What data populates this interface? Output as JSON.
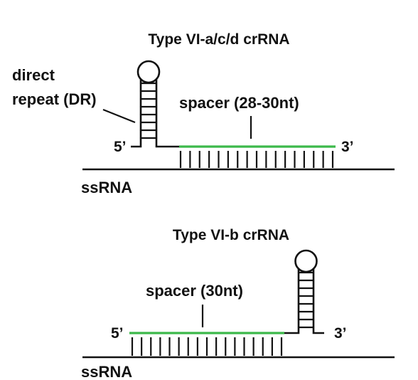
{
  "colors": {
    "spacer": "#3cb94a",
    "strand": "#111111",
    "background": "#ffffff"
  },
  "panel_a": {
    "title": "Type VI-a/c/d crRNA",
    "dr_label_line1": "direct",
    "dr_label_line2": "repeat (DR)",
    "spacer_label": "spacer (28-30nt)",
    "five_prime": "5’",
    "three_prime": "3’",
    "target_label": "ssRNA",
    "base_pairs": 17
  },
  "panel_b": {
    "title": "Type VI-b crRNA",
    "spacer_label": "spacer (30nt)",
    "five_prime": "5’",
    "three_prime": "3’",
    "target_label": "ssRNA",
    "base_pairs": 17
  }
}
